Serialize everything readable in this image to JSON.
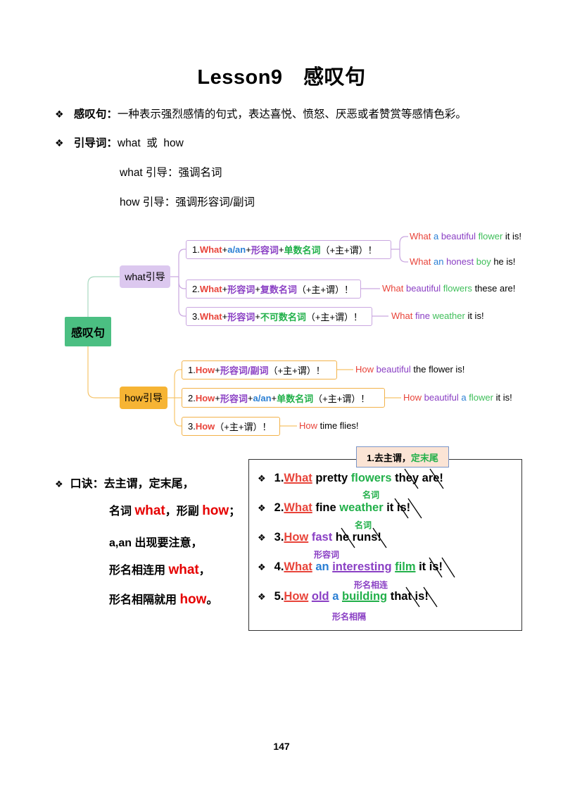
{
  "title": "Lesson9　感叹句",
  "def": {
    "bullet": "❖",
    "label": "感叹句：",
    "text": "一种表示强烈感情的句式，表达喜悦、愤怒、厌恶或者赞赏等感情色彩。"
  },
  "guide": {
    "bullet": "❖",
    "label": "引导词：",
    "text": "what  或  how"
  },
  "what_guide": "what 引导：强调名词",
  "how_guide": "how 引导：强调形容词/副词",
  "mindmap": {
    "root": "感叹句",
    "what_branch": "what引导",
    "how_branch": "how引导",
    "w1": {
      "n": "1.",
      "what": "What",
      "p1": "+",
      "a": "a/an",
      "p2": "+",
      "adj": "形容词",
      "p3": "+",
      "noun": "单数名词",
      "rest": "（+主+谓）！"
    },
    "w2": {
      "n": "2.",
      "what": "What",
      "p1": "+",
      "adj": "形容词",
      "p2": "+",
      "noun": "复数名词",
      "rest": "（+主+谓）！"
    },
    "w3": {
      "n": "3.",
      "what": "What",
      "p1": "+",
      "adj": "形容词",
      "p2": "+",
      "noun": "不可数名词",
      "rest": "（+主+谓）！"
    },
    "h1": {
      "n": "1.",
      "how": "How",
      "p1": "+",
      "adj": "形容词/副词",
      "rest": "（+主+谓）！"
    },
    "h2": {
      "n": "2.",
      "how": "How",
      "p1": "+",
      "adj": "形容词",
      "p2": "+",
      "a": "a/an",
      "p3": "+",
      "noun": "单数名词",
      "rest": "（+主+谓）！"
    },
    "h3": {
      "n": "3.",
      "how": "How",
      "rest": "（+主+谓）！"
    },
    "ex_w1a": {
      "w1": "What",
      "w2": "a",
      "w3": "beautiful",
      "w4": "flower",
      "w5": "it is!"
    },
    "ex_w1b": {
      "w1": "What",
      "w2": "an",
      "w3": "honest",
      "w4": "boy",
      "w5": "he is!"
    },
    "ex_w2": {
      "w1": "What",
      "w2": "beautiful",
      "w3": "flowers",
      "w4": "these are!"
    },
    "ex_w3": {
      "w1": "What",
      "w2": "fine",
      "w3": "weather",
      "w4": "it is!"
    },
    "ex_h1": {
      "w1": "How",
      "w2": "beautiful",
      "w3": "the flower is!"
    },
    "ex_h2": {
      "w1": "How",
      "w2": "beautiful",
      "w3": "a",
      "w4": "flower",
      "w5": "it is!"
    },
    "ex_h3": {
      "w1": "How",
      "w2": "time flies!"
    }
  },
  "mnemonic": {
    "bullet": "❖",
    "l1": "口诀：去主谓，定末尾，",
    "l2a": "名词 ",
    "l2b": "what",
    "l2c": "，形副 ",
    "l2d": "how",
    "l2e": "；",
    "l3": "a,an 出现要注意，",
    "l4a": "形名相连用 ",
    "l4b": "what",
    "l4c": "，",
    "l5a": "形名相隔就用 ",
    "l5b": "how",
    "l5c": "。"
  },
  "box": {
    "tab_a": "1.去主谓，",
    "tab_b": "定末尾",
    "s1": {
      "n": "1.",
      "w1": "What",
      "w2": " pretty ",
      "w3": "flowers",
      "w4": " they are!"
    },
    "s2": {
      "n": "2.",
      "w1": "What",
      "w2": " fine ",
      "w3": "weather",
      "w4": " it is!"
    },
    "s3": {
      "n": "3.",
      "w1": "How",
      "w2": " ",
      "w3": "fast",
      "w4": " he runs!"
    },
    "s4": {
      "n": "4.",
      "w1": "What",
      "w2": " ",
      "w3": "an",
      "w4": " ",
      "w5": "interesting",
      "w6": " ",
      "w7": "film",
      "w8": " it is!"
    },
    "s5": {
      "n": "5.",
      "w1": "How",
      "w2": " ",
      "w3": "old",
      "w4": " ",
      "w5": "a",
      "w6": " ",
      "w7": "building",
      "w8": " that is!"
    },
    "ann1": "名词",
    "ann2": "名词",
    "ann3": "形容词",
    "ann4": "形名相连",
    "ann5": "形名相隔"
  },
  "page_number": "147"
}
